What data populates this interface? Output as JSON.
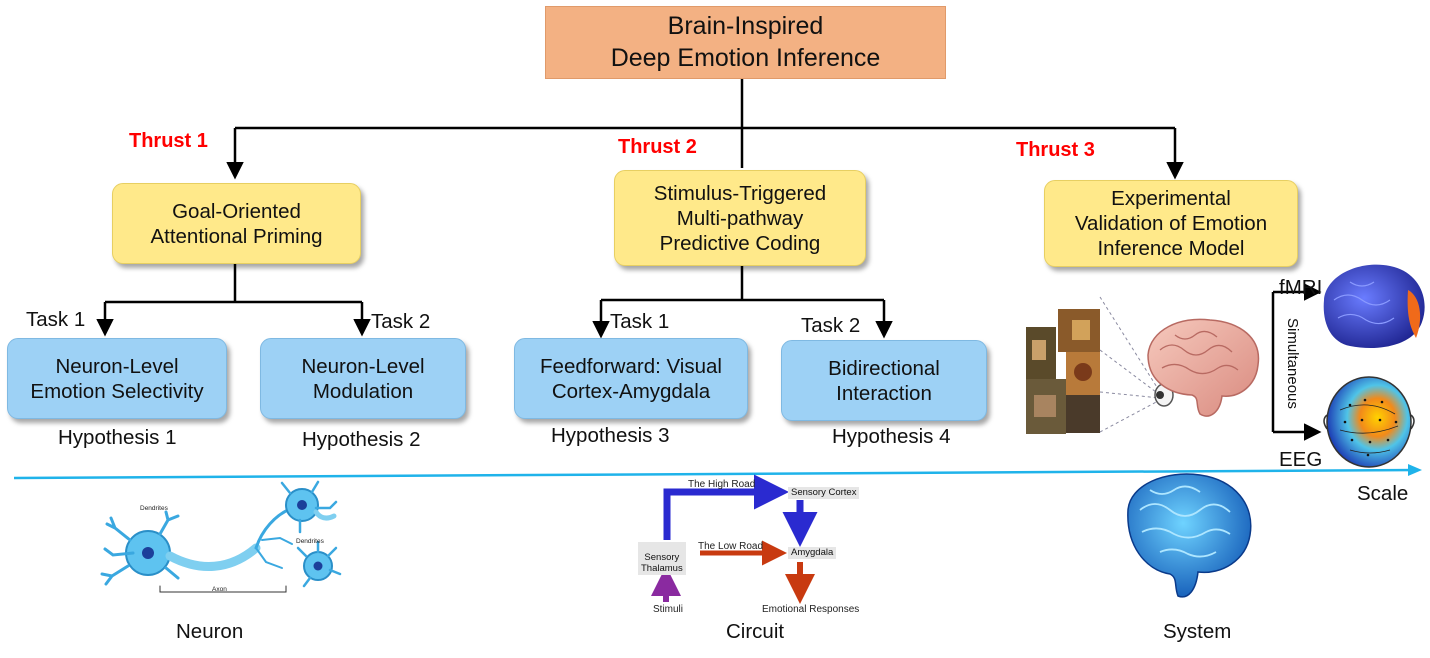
{
  "root": {
    "title": "Brain-Inspired\nDeep Emotion Inference"
  },
  "thrusts": [
    {
      "tag": "Thrust 1",
      "title": "Goal-Oriented\nAttentional Priming"
    },
    {
      "tag": "Thrust 2",
      "title": "Stimulus-Triggered\nMulti-pathway\nPredictive Coding"
    },
    {
      "tag": "Thrust 3",
      "title": "Experimental\nValidation of Emotion\nInference Model"
    }
  ],
  "tasks": [
    {
      "task_label": "Task 1",
      "title": "Neuron-Level\nEmotion Selectivity",
      "hypothesis": "Hypothesis 1"
    },
    {
      "task_label": "Task 2",
      "title": "Neuron-Level\nModulation",
      "hypothesis": "Hypothesis 2"
    },
    {
      "task_label": "Task 1",
      "title": "Feedforward: Visual\nCortex-Amygdala",
      "hypothesis": "Hypothesis 3"
    },
    {
      "task_label": "Task 2",
      "title": "Bidirectional\nInteraction",
      "hypothesis": "Hypothesis 4"
    }
  ],
  "validation": {
    "fmri": "fMRI",
    "eeg": "EEG",
    "simultaneous": "Simultaneous"
  },
  "scale": {
    "label": "Scale",
    "levels": [
      "Neuron",
      "Circuit",
      "System"
    ],
    "axis_color": "#1fb3ea"
  },
  "neuron": {
    "dendrites_1": "Dendrites",
    "dendrites_2": "Dendrites",
    "axon": "Axon"
  },
  "circuit": {
    "high_road": "The High Road",
    "low_road": "The Low Road",
    "sensory_cortex": "Sensory Cortex",
    "sensory_thalamus": "Sensory\nThalamus",
    "amygdala": "Amygdala",
    "stimuli": "Stimuli",
    "emotional_responses": "Emotional Responses"
  },
  "colors": {
    "root": "#f3b183",
    "thrust_box": "#ffe98a",
    "task_box": "#9dd1f5",
    "thrust_tag": "#ff0000"
  }
}
